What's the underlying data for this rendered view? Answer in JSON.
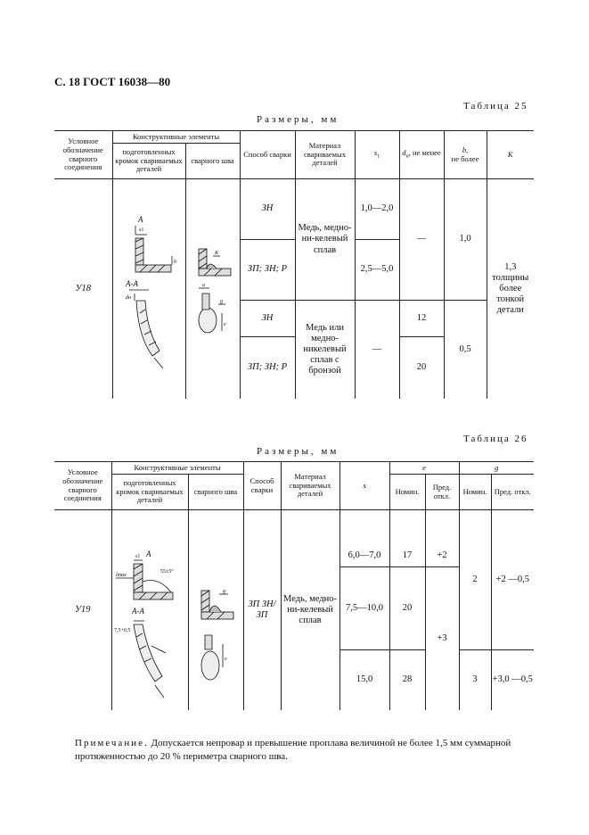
{
  "page_header": "С. 18 ГОСТ 16038—80",
  "table25": {
    "label": "Таблица 25",
    "dims_caption": "Размеры, мм",
    "headers": {
      "designation": "Условное обозначение сварного соединения",
      "structural": "Конструктивные элементы",
      "prepared_edges": "подготовленных кромок свариваемых деталей",
      "weld": "сварного шва",
      "method": "Способ сварки",
      "material": "Материал свариваемых деталей",
      "s1": "s",
      "s1_sub": "1",
      "dn": "d",
      "dn_sub": "н",
      "dn_rest": ", не менее",
      "b": "b,",
      "b_rest": "не более",
      "k": "K"
    },
    "designation": "У18",
    "methods": [
      "ЗН",
      "ЗП; ЗН; Р",
      "ЗН",
      "ЗП; ЗН; Р"
    ],
    "material_1": "Медь, медно-ни-келевый сплав",
    "material_2": "Медь или медно-никелевый сплав с бронзой",
    "s1_values": [
      "1,0—2,0",
      "2,5—5,0",
      "—"
    ],
    "dn_values": [
      "—",
      "12",
      "20"
    ],
    "b_values": [
      "1,0",
      "0,5"
    ],
    "k_value": "1,3 толщины более тонкой детали",
    "drawing_labels": {
      "view": "А",
      "section": "А-А",
      "s1": "s1",
      "dn": "dн",
      "b": "b",
      "k": "K",
      "a": "a",
      "g": "g",
      "e": "e"
    }
  },
  "table26": {
    "label": "Таблица 26",
    "dims_caption": "Размеры, мм",
    "headers": {
      "designation": "Условное обозначение сварного соединения",
      "structural": "Конструктивные элементы",
      "prepared_edges": "подготовленных кромок свариваемых деталей",
      "weld": "сварного шва",
      "method": "Способ сварки",
      "material": "Материал свариваемых деталей",
      "s": "s",
      "e": "e",
      "g": "g",
      "nomin": "Номин.",
      "pred": "Пред. откл."
    },
    "designation": "У19",
    "method": "ЗП ЗН/ЗП",
    "material": "Медь, медно-ни-келевый сплав",
    "rows": [
      {
        "s": "6,0—7,0",
        "e_nom": "17",
        "e_pred": "+2"
      },
      {
        "s": "7,5—10,0",
        "e_nom": "20",
        "e_pred": "+3"
      },
      {
        "s": "15,0",
        "e_nom": "28"
      }
    ],
    "g_values": [
      {
        "nom": "2",
        "pred": "+2 —0,5"
      },
      {
        "nom": "3",
        "pred": "+3,0 —0,5"
      }
    ],
    "drawing_labels": {
      "view": "А",
      "section": "А-А",
      "s1": "s1",
      "lmax": "lmax",
      "angle": "55±5°",
      "dim": "7,5+0,5",
      "g": "g",
      "e": "e"
    }
  },
  "note": {
    "lead": "Примечание.",
    "text": "Допускается непровар и превышение проплава величиной не более 1,5 мм суммарной протяженностью до 20 % периметра сварного шва."
  }
}
